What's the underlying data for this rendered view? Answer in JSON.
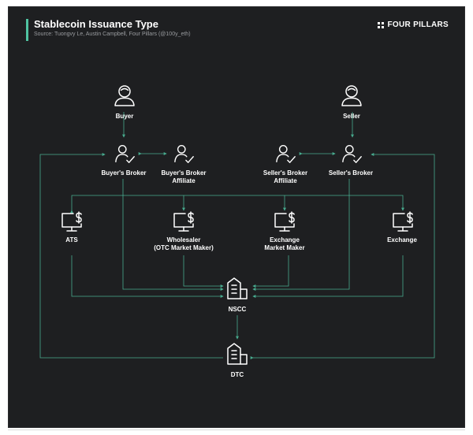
{
  "header": {
    "title": "Stablecoin Issuance Type",
    "subtitle": "Source: Tuongvy Le, Austin Campbell, Four Pillars (@100y_eth)",
    "brand": "FOUR PILLARS"
  },
  "colors": {
    "background": "#1e1f21",
    "accent": "#4fc3a1",
    "text": "#ffffff"
  },
  "nodes": {
    "buyer": {
      "label": "Buyer",
      "icon": "person-icon"
    },
    "seller": {
      "label": "Seller",
      "icon": "person-icon"
    },
    "buyers_broker": {
      "label": "Buyer's Broker",
      "icon": "verified-person-icon"
    },
    "buyers_broker_affiliate": {
      "label": [
        "Buyer's Broker",
        "Affiliate"
      ],
      "icon": "verified-person-icon"
    },
    "sellers_broker_affiliate": {
      "label": [
        "Seller's Broker",
        "Affiliate"
      ],
      "icon": "verified-person-icon"
    },
    "sellers_broker": {
      "label": "Seller's Broker",
      "icon": "verified-person-icon"
    },
    "ats": {
      "label": "ATS",
      "icon": "monitor-dollar-icon"
    },
    "wholesaler": {
      "label": [
        "Wholesaler",
        "(OTC Market Maker)"
      ],
      "icon": "monitor-dollar-icon"
    },
    "exchange_mm": {
      "label": [
        "Exchange",
        "Market Maker"
      ],
      "icon": "monitor-dollar-icon"
    },
    "exchange": {
      "label": "Exchange",
      "icon": "monitor-dollar-icon"
    },
    "nscc": {
      "label": "NSCC",
      "icon": "building-icon"
    },
    "dtc": {
      "label": "DTC",
      "icon": "building-icon"
    }
  }
}
